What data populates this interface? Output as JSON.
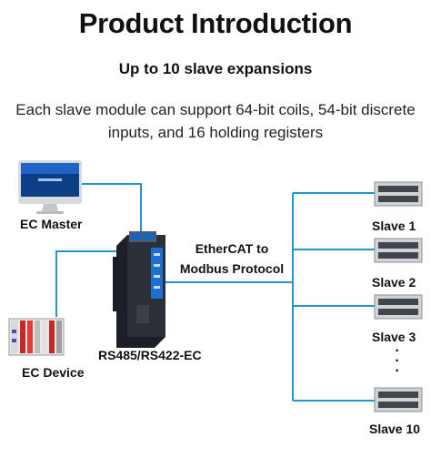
{
  "title": "Product Introduction",
  "subtitle": "Up to 10 slave expansions",
  "description": "Each slave module can support 64-bit coils, 54-bit discrete inputs, and 16 holding registers",
  "diagram": {
    "master_label": "EC Master",
    "device_label": "EC Device",
    "gateway_label": "RS485/RS422-EC",
    "protocol_label": "EtherCAT to Modbus Protocol",
    "slaves": [
      "Slave 1",
      "Slave 2",
      "Slave 3",
      "Slave 10"
    ],
    "ellipsis": "·\n·\n·"
  },
  "colors": {
    "line": "#1e95d4",
    "gateway_body": "#2b2f38",
    "gateway_panel": "#1f6fd0",
    "slave_body": "#cfd3d6"
  },
  "icons": {
    "master": "desktop-monitor-icon",
    "device": "plc-device-icon",
    "gateway": "gateway-device-icon",
    "slave": "slave-module-icon"
  }
}
